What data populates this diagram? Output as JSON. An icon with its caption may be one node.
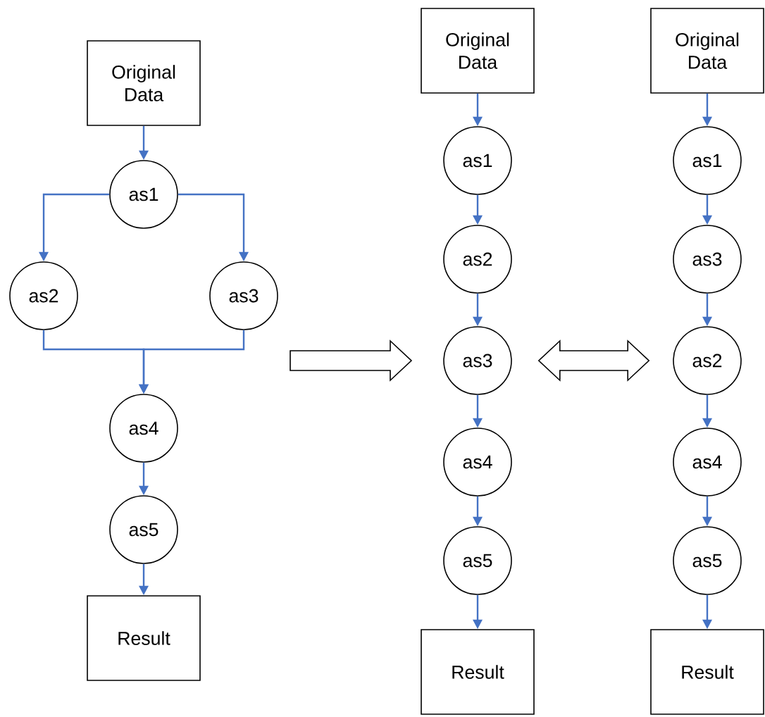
{
  "diagram": {
    "nodes": [
      {
        "text": [
          "Original Data"
        ]
      },
      {
        "text": [
          "as1"
        ]
      },
      {
        "text": [
          "as2"
        ]
      },
      {
        "text": [
          "as3"
        ]
      },
      {
        "text": [
          "as4"
        ]
      },
      {
        "text": [
          "as5"
        ]
      },
      {
        "text": [
          "Result"
        ]
      },
      {
        "text": [
          "Original Data"
        ]
      },
      {
        "text": [
          "as1"
        ]
      },
      {
        "text": [
          "as2"
        ]
      },
      {
        "text": [
          "as3"
        ]
      },
      {
        "text": [
          "as4"
        ]
      },
      {
        "text": [
          "as5"
        ]
      },
      {
        "text": [
          "Result"
        ]
      },
      {
        "text": [
          "Original Data"
        ]
      },
      {
        "text": [
          "as1"
        ]
      },
      {
        "text": [
          "as3"
        ]
      },
      {
        "text": [
          "as2"
        ]
      },
      {
        "text": [
          "as4"
        ]
      },
      {
        "text": [
          "as5"
        ]
      },
      {
        "text": [
          "Result"
        ]
      }
    ],
    "edges": [
      {
        "from": 0,
        "to": 1,
        "arrow": "to"
      },
      {
        "from": 1,
        "to": 2,
        "arrow": "to"
      },
      {
        "from": 1,
        "to": 3,
        "arrow": "to"
      },
      {
        "from": 2,
        "to": 4,
        "arrow": "to"
      },
      {
        "from": 3,
        "to": 4,
        "arrow": "to"
      },
      {
        "from": 4,
        "to": 5,
        "arrow": "to"
      },
      {
        "from": 5,
        "to": 6,
        "arrow": "to"
      },
      {
        "from": 7,
        "to": 8,
        "arrow": "to"
      },
      {
        "from": 8,
        "to": 9,
        "arrow": "to"
      },
      {
        "from": 9,
        "to": 10,
        "arrow": "to"
      },
      {
        "from": 10,
        "to": 11,
        "arrow": "to"
      },
      {
        "from": 11,
        "to": 12,
        "arrow": "to"
      },
      {
        "from": 12,
        "to": 13,
        "arrow": "to"
      },
      {
        "from": 14,
        "to": 15,
        "arrow": "to"
      },
      {
        "from": 15,
        "to": 16,
        "arrow": "to"
      },
      {
        "from": 16,
        "to": 17,
        "arrow": "to"
      },
      {
        "from": 17,
        "to": 18,
        "arrow": "to"
      },
      {
        "from": 18,
        "to": 19,
        "arrow": "to"
      },
      {
        "from": 19,
        "to": 20,
        "arrow": "to"
      },
      {
        "from": 10,
        "to": 17,
        "arrow": "both",
        "color": "#000000"
      }
    ]
  }
}
